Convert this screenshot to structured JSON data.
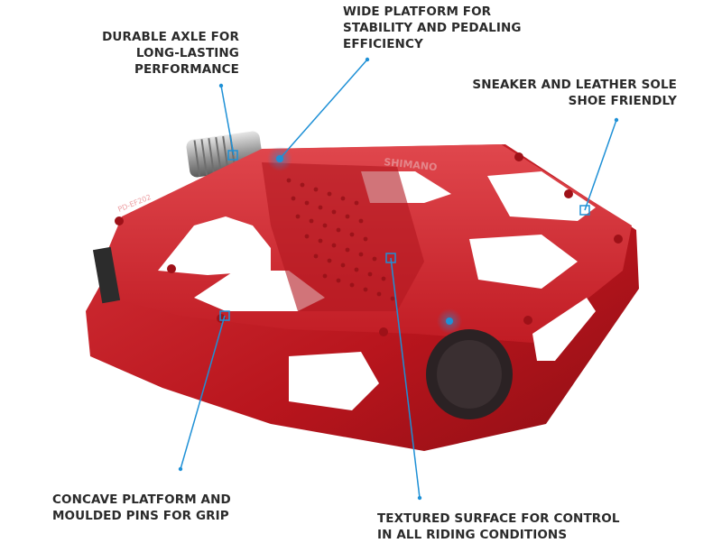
{
  "callouts": {
    "axle": {
      "line1": "DURABLE AXLE FOR",
      "line2": "LONG-LASTING",
      "line3": "PERFORMANCE"
    },
    "platform": {
      "line1": "WIDE PLATFORM FOR",
      "line2": "STABILITY AND PEDALING",
      "line3": "EFFICIENCY"
    },
    "sneaker": {
      "line1": "SNEAKER AND LEATHER SOLE",
      "line2": "SHOE FRIENDLY"
    },
    "concave": {
      "line1": "CONCAVE PLATFORM AND",
      "line2": "MOULDED PINS FOR GRIP"
    },
    "textured": {
      "line1": "TEXTURED SURFACE FOR CONTROL",
      "line2": "IN ALL RIDING CONDITIONS"
    }
  },
  "product": {
    "brand_text": "SHIMANO",
    "model_text": "PD-EF202",
    "color": "#c8222a",
    "accent_color": "#1e90d6"
  }
}
